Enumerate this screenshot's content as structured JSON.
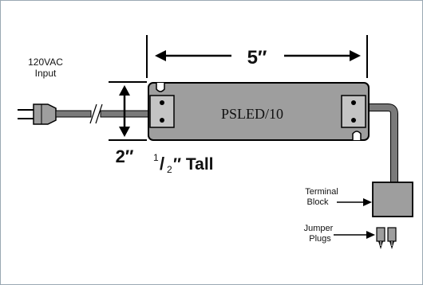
{
  "labels": {
    "input_line1": "120VAC",
    "input_line2": "Input",
    "width": "5″",
    "height": "2″",
    "tall_numerator": "1",
    "tall_slash": "/",
    "tall_denominator": "2",
    "tall_suffix": "″ Tall",
    "model": "PSLED/10",
    "terminal_line1": "Terminal",
    "terminal_line2": "Block",
    "jumper_line1": "Jumper",
    "jumper_line2": "Plugs"
  },
  "colors": {
    "body_fill": "#9e9e9e",
    "terminal_fill": "#c4c4c4",
    "cord": "#7a7a7a",
    "outline": "#000000"
  }
}
